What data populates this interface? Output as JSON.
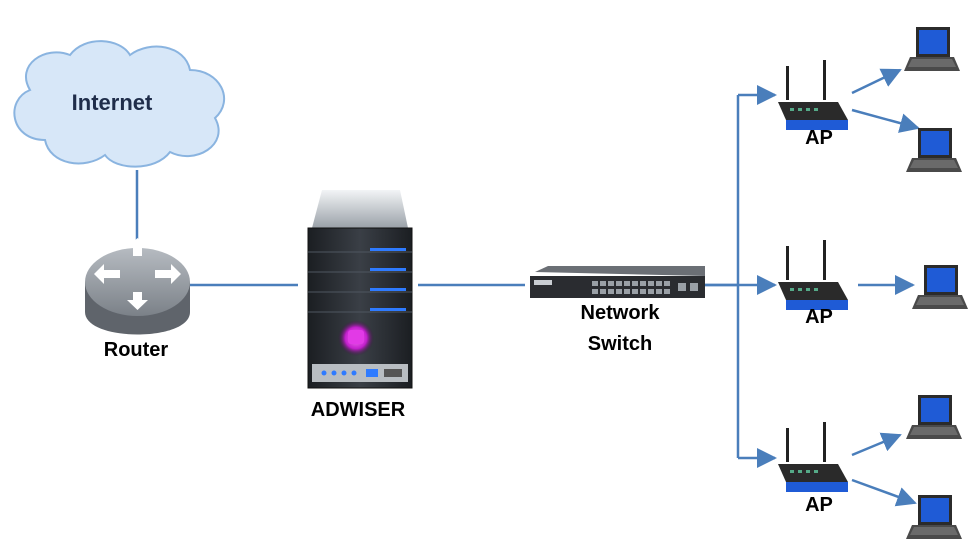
{
  "cloud": {
    "label": "Internet"
  },
  "router": {
    "label": "Router"
  },
  "server": {
    "label": "ADWISER"
  },
  "switch": {
    "label_line1": "Network",
    "label_line2": "Switch"
  },
  "access_points": [
    {
      "label": "AP"
    },
    {
      "label": "AP"
    },
    {
      "label": "AP"
    }
  ],
  "colors": {
    "link": "#4a7ebb",
    "cloud_fill": "#d7e7f8",
    "cloud_stroke": "#8ab4e0",
    "router_body": "#6b7077",
    "router_top": "#9ea4aa",
    "server_body": "#262a30",
    "server_accent": "#2f7bff",
    "server_light": "#d43bd9"
  }
}
